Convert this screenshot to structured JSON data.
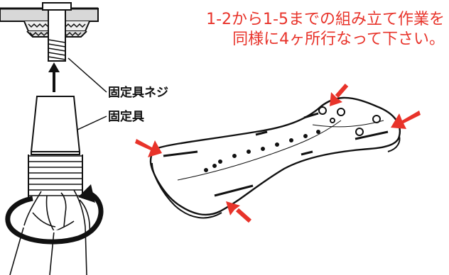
{
  "instruction": {
    "line1": "1-2から1-5までの組み立て作業を",
    "line2": "同様に4ヶ所行なって下さい。"
  },
  "labels": {
    "screw": "固定具ネジ",
    "fixture": "固定具"
  },
  "icons": {
    "direction_arrow": "up-arrow-icon",
    "rotation": "rotate-arrow-icon",
    "callout_arrows": "red-pointer-arrow-icon"
  },
  "colors": {
    "accent": "#e8332a",
    "line": "#111111",
    "text": "#111111"
  }
}
